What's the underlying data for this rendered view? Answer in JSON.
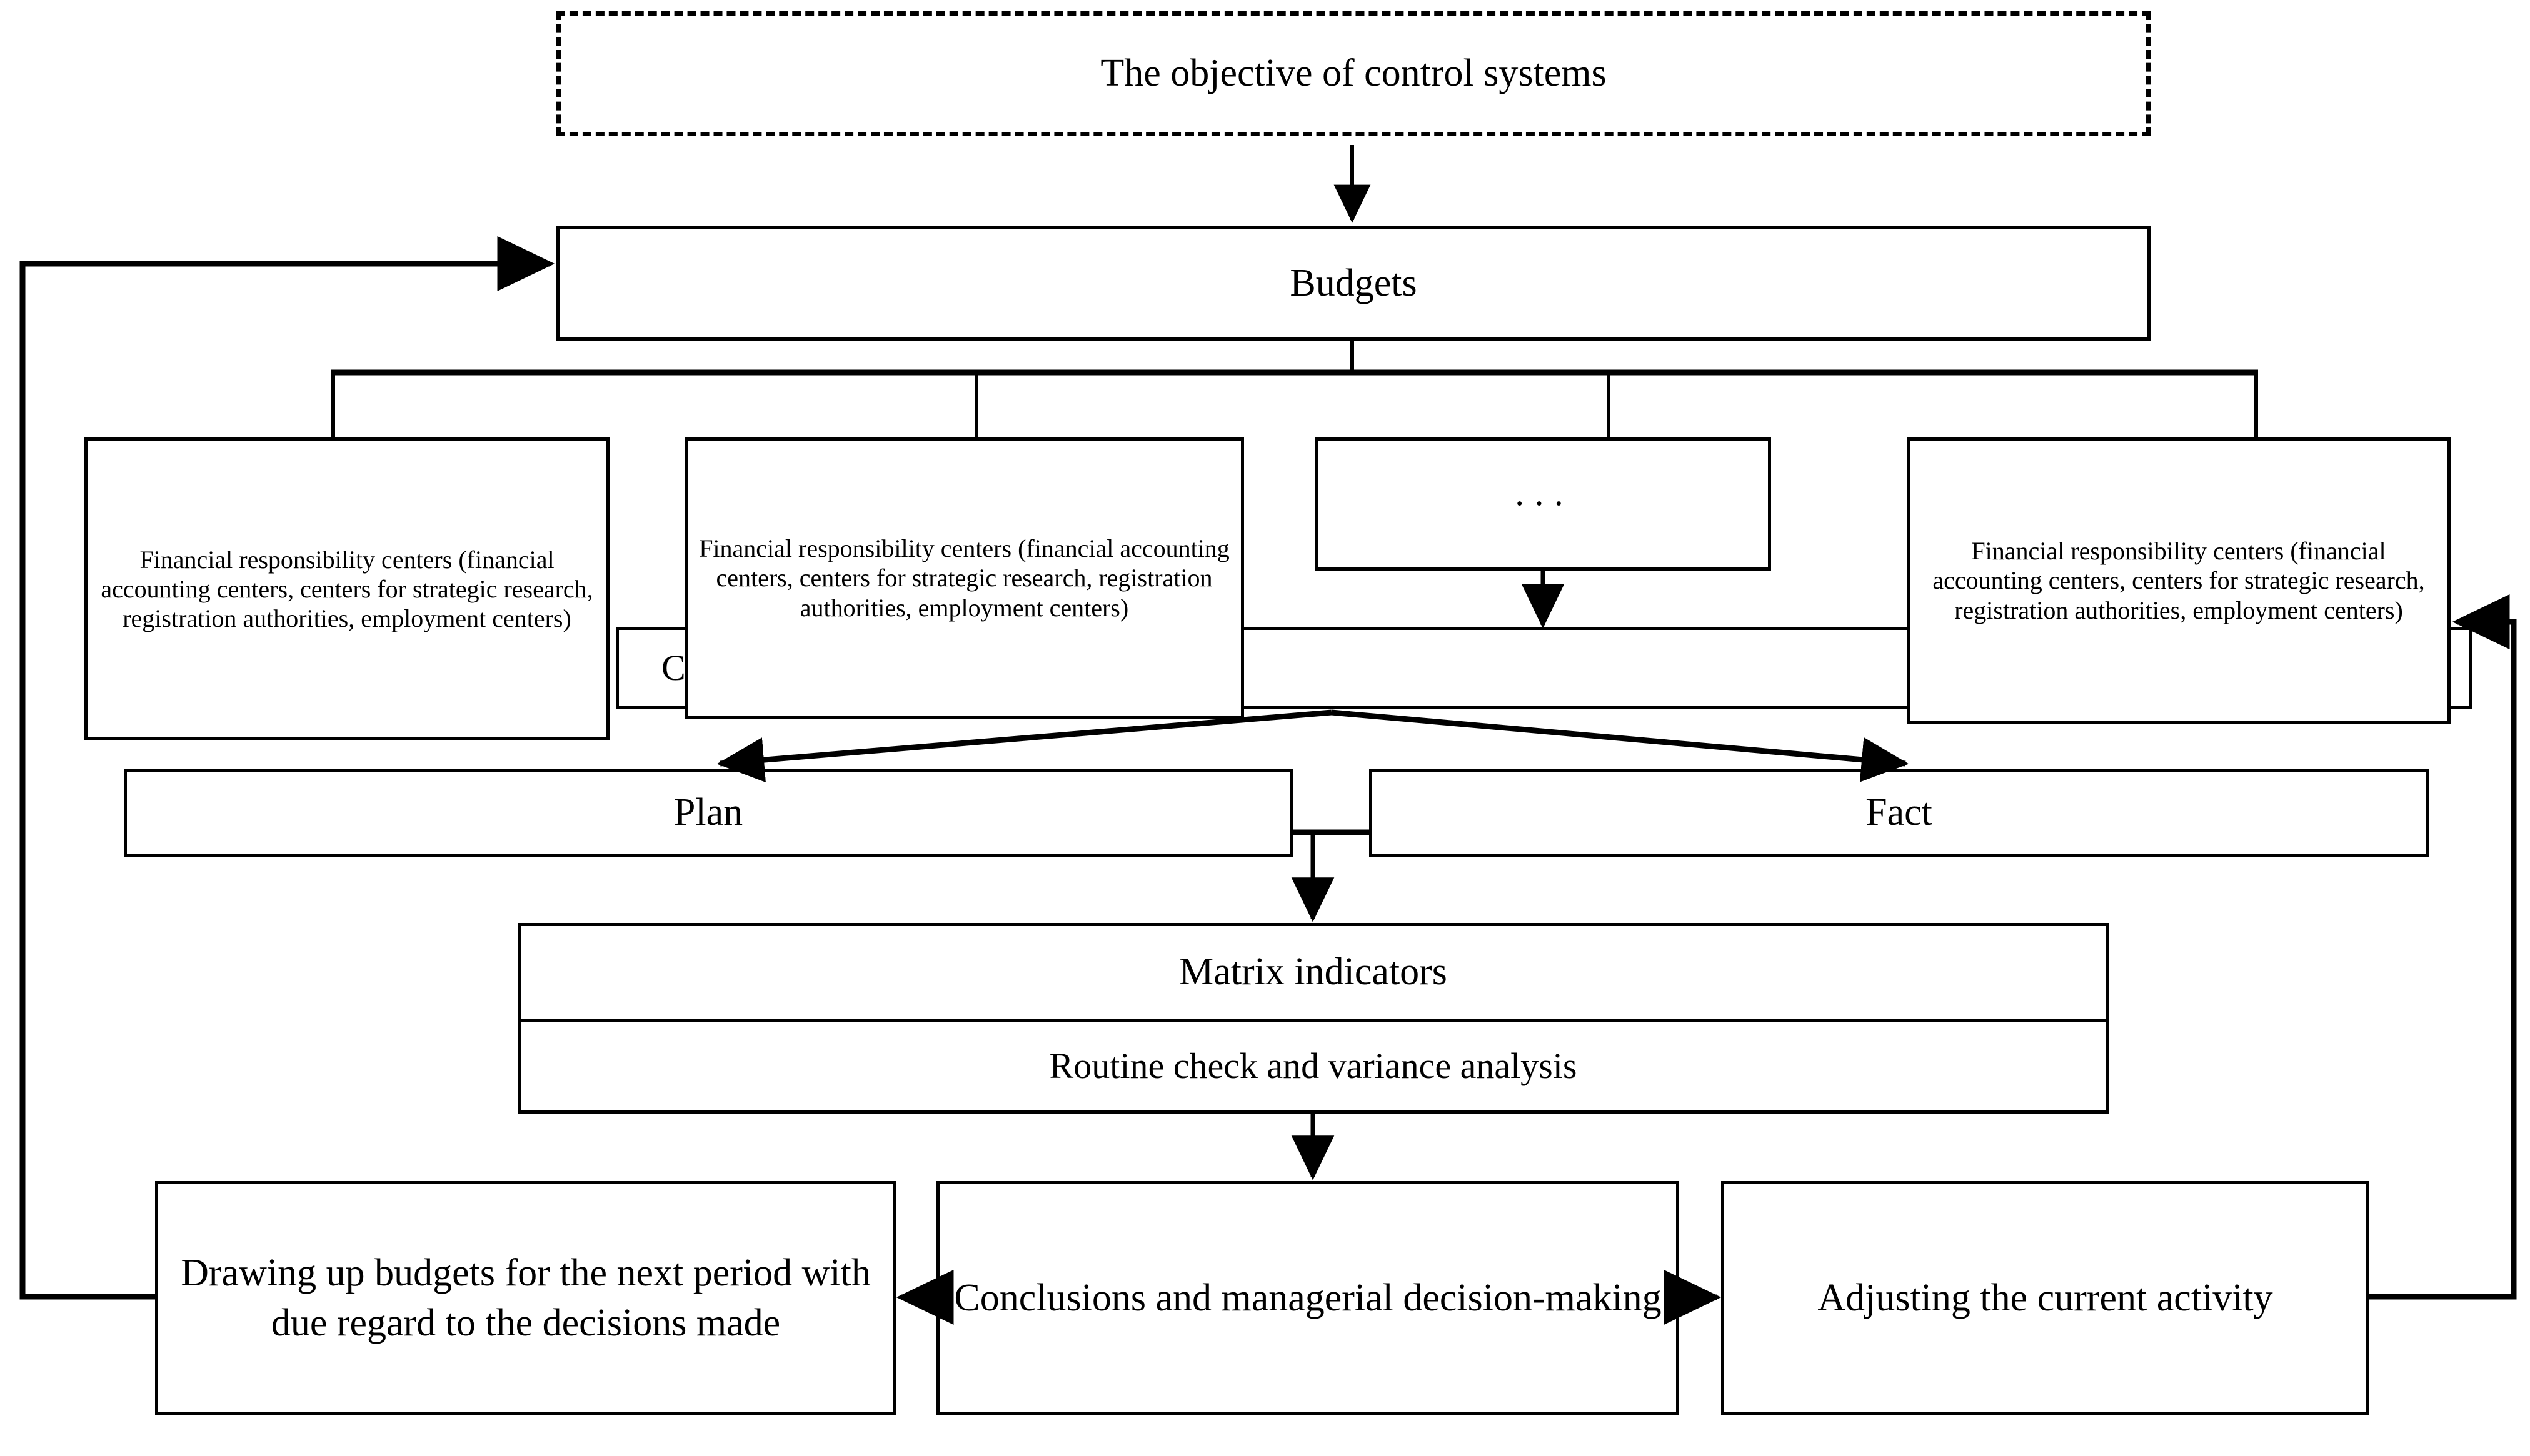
{
  "diagram": {
    "title_box": {
      "label": "The objective of control systems",
      "style": "dashed"
    },
    "budgets_box": {
      "label": "Budgets"
    },
    "frc_boxes": [
      {
        "label": "Financial responsibility centers (financial accounting centers, centers for strategic research, registration authorities, employment centers)"
      },
      {
        "label": "Financial responsibility centers (financial accounting centers, centers for strategic research, registration authorities, employment centers)"
      },
      {
        "label": "..."
      },
      {
        "label": "Financial responsibility centers (financial accounting centers, centers for strategic research, registration authorities, employment centers)"
      }
    ],
    "ellipsis_box": {
      "label": "···"
    },
    "costs_band": {
      "label": "Costs (expenses)"
    },
    "plan_box": {
      "label": "Plan"
    },
    "fact_box": {
      "label": "Fact"
    },
    "matrix_box": {
      "row1": "Matrix indicators",
      "row2": "Routine check and variance analysis"
    },
    "bottom_boxes": {
      "left": "Drawing up budgets for the next period with due regard to the decisions made",
      "center": "Conclusions and managerial decision-making",
      "right": "Adjusting the current activity"
    },
    "colors": {
      "line": "#000000",
      "fill": "#ffffff",
      "text": "#000000"
    },
    "connectors": [
      {
        "name": "objective-to-budgets",
        "from": "title_box",
        "to": "budgets_box",
        "arrow": true
      },
      {
        "name": "budgets-to-frc-bus",
        "from": "budgets_box",
        "to": "frc_boxes",
        "arrow": false
      },
      {
        "name": "ellipsis-to-costs",
        "from": "ellipsis_box",
        "to": "costs_band",
        "arrow": true
      },
      {
        "name": "costs-to-plan",
        "from": "costs_band",
        "to": "plan_box",
        "arrow": true
      },
      {
        "name": "costs-to-fact",
        "from": "costs_band",
        "to": "fact_box",
        "arrow": true
      },
      {
        "name": "planfact-to-matrix",
        "from": "plan_fact_junction",
        "to": "matrix_box",
        "arrow": true
      },
      {
        "name": "matrix-to-conclusions",
        "from": "matrix_box",
        "to": "bottom_center",
        "arrow": true
      },
      {
        "name": "conclusions-to-drawing-up",
        "from": "bottom_center",
        "to": "bottom_left",
        "arrow": true
      },
      {
        "name": "conclusions-to-adjusting",
        "from": "bottom_center",
        "to": "bottom_right",
        "arrow": true
      },
      {
        "name": "drawing-up-feedback-to-budgets",
        "from": "bottom_left",
        "to": "budgets_box",
        "arrow": true
      },
      {
        "name": "adjusting-feedback-to-frc4",
        "from": "bottom_right",
        "to": "frc_boxes.3",
        "arrow": true
      }
    ]
  }
}
